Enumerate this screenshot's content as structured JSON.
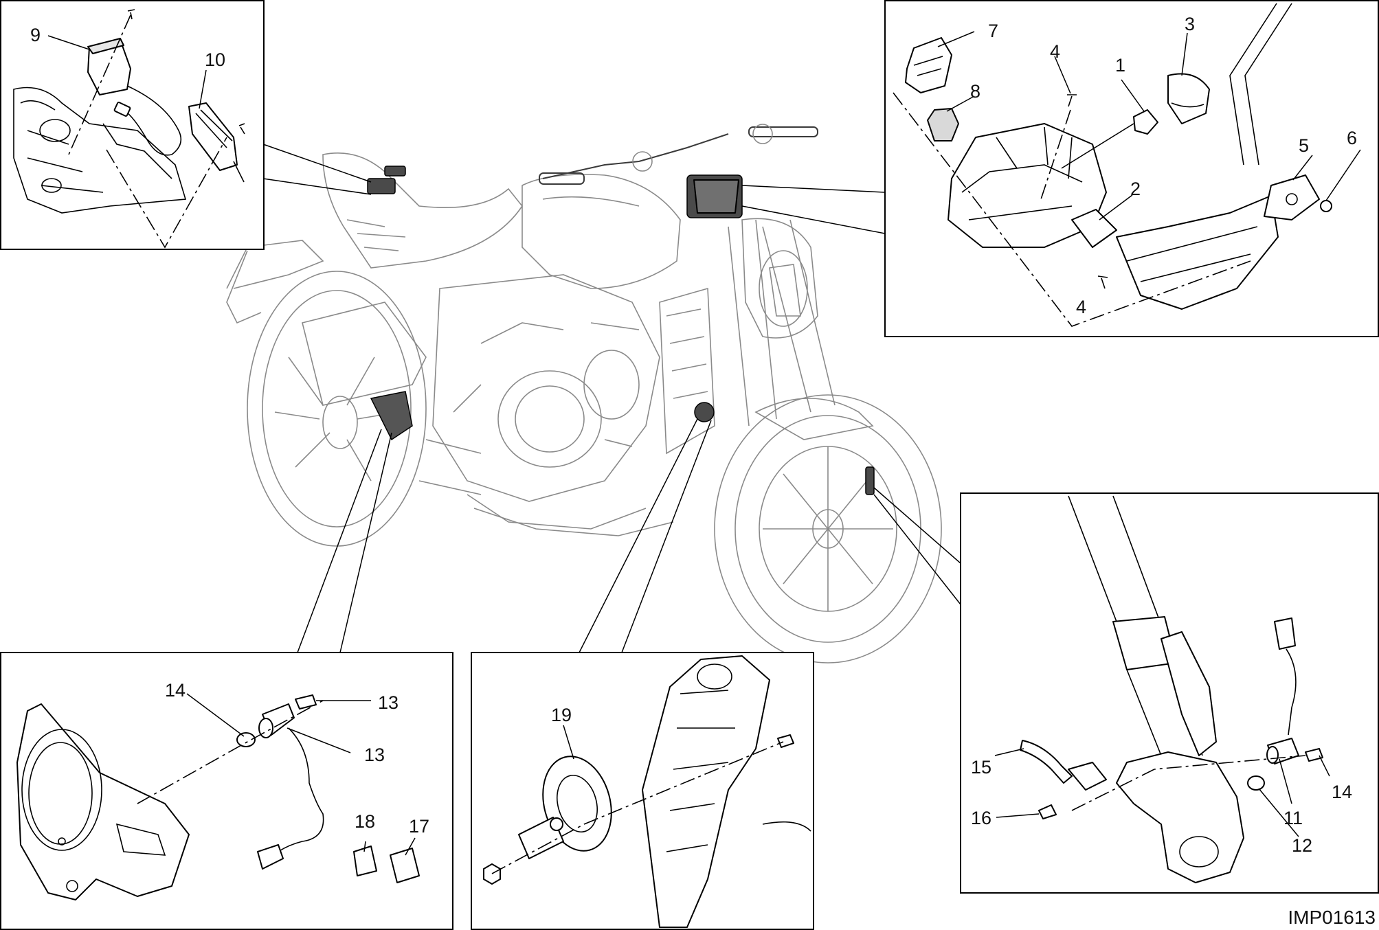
{
  "figure": {
    "reference_code": "IMP01613"
  },
  "callouts": [
    {
      "id": "c1",
      "text": "1"
    },
    {
      "id": "c2",
      "text": "2"
    },
    {
      "id": "c3",
      "text": "3"
    },
    {
      "id": "c4a",
      "text": "4"
    },
    {
      "id": "c4b",
      "text": "4"
    },
    {
      "id": "c5",
      "text": "5"
    },
    {
      "id": "c6",
      "text": "6"
    },
    {
      "id": "c7",
      "text": "7"
    },
    {
      "id": "c8",
      "text": "8"
    },
    {
      "id": "c9",
      "text": "9"
    },
    {
      "id": "c10",
      "text": "10"
    },
    {
      "id": "c11",
      "text": "11"
    },
    {
      "id": "c12",
      "text": "12"
    },
    {
      "id": "c13a",
      "text": "13"
    },
    {
      "id": "c13b",
      "text": "13"
    },
    {
      "id": "c14a",
      "text": "14"
    },
    {
      "id": "c14b",
      "text": "14"
    },
    {
      "id": "c15",
      "text": "15"
    },
    {
      "id": "c16",
      "text": "16"
    },
    {
      "id": "c17",
      "text": "17"
    },
    {
      "id": "c18",
      "text": "18"
    },
    {
      "id": "c19",
      "text": "19"
    }
  ]
}
